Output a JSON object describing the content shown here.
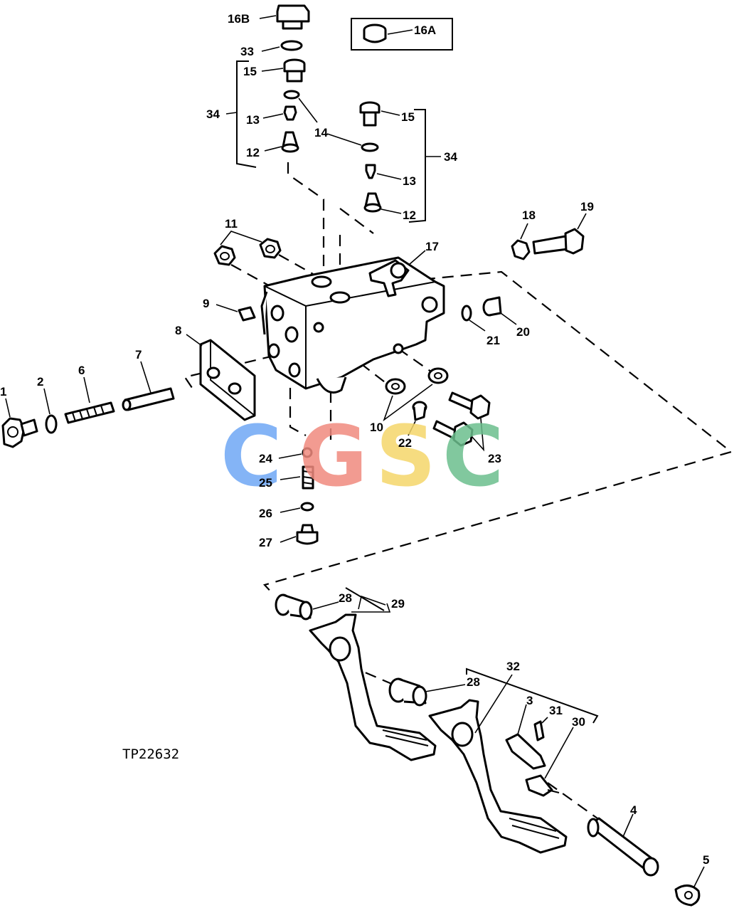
{
  "figure_id": "TP22632",
  "watermark": {
    "letters": [
      {
        "char": "C",
        "color": "#6fa8f5"
      },
      {
        "char": "G",
        "color": "#f08a7e"
      },
      {
        "char": "S",
        "color": "#f5d66a"
      },
      {
        "char": "C",
        "color": "#6cbf8e"
      }
    ]
  },
  "callouts": [
    {
      "id": "c1",
      "text": "1"
    },
    {
      "id": "c2",
      "text": "2"
    },
    {
      "id": "c3",
      "text": "3"
    },
    {
      "id": "c4",
      "text": "4"
    },
    {
      "id": "c5",
      "text": "5"
    },
    {
      "id": "c6",
      "text": "6"
    },
    {
      "id": "c7",
      "text": "7"
    },
    {
      "id": "c8",
      "text": "8"
    },
    {
      "id": "c9",
      "text": "9"
    },
    {
      "id": "c10",
      "text": "10"
    },
    {
      "id": "c11",
      "text": "11"
    },
    {
      "id": "c12a",
      "text": "12"
    },
    {
      "id": "c12b",
      "text": "12"
    },
    {
      "id": "c13a",
      "text": "13"
    },
    {
      "id": "c13b",
      "text": "13"
    },
    {
      "id": "c14",
      "text": "14"
    },
    {
      "id": "c15a",
      "text": "15"
    },
    {
      "id": "c15b",
      "text": "15"
    },
    {
      "id": "c16a",
      "text": "16A"
    },
    {
      "id": "c16b",
      "text": "16B"
    },
    {
      "id": "c17",
      "text": "17"
    },
    {
      "id": "c18",
      "text": "18"
    },
    {
      "id": "c19",
      "text": "19"
    },
    {
      "id": "c20",
      "text": "20"
    },
    {
      "id": "c21",
      "text": "21"
    },
    {
      "id": "c22",
      "text": "22"
    },
    {
      "id": "c23",
      "text": "23"
    },
    {
      "id": "c24",
      "text": "24"
    },
    {
      "id": "c25",
      "text": "25"
    },
    {
      "id": "c26",
      "text": "26"
    },
    {
      "id": "c27",
      "text": "27"
    },
    {
      "id": "c28a",
      "text": "28"
    },
    {
      "id": "c28b",
      "text": "28"
    },
    {
      "id": "c29",
      "text": "29"
    },
    {
      "id": "c30",
      "text": "30"
    },
    {
      "id": "c31",
      "text": "31"
    },
    {
      "id": "c32",
      "text": "32"
    },
    {
      "id": "c33",
      "text": "33"
    },
    {
      "id": "c34a",
      "text": "34"
    },
    {
      "id": "c34b",
      "text": "34"
    }
  ]
}
